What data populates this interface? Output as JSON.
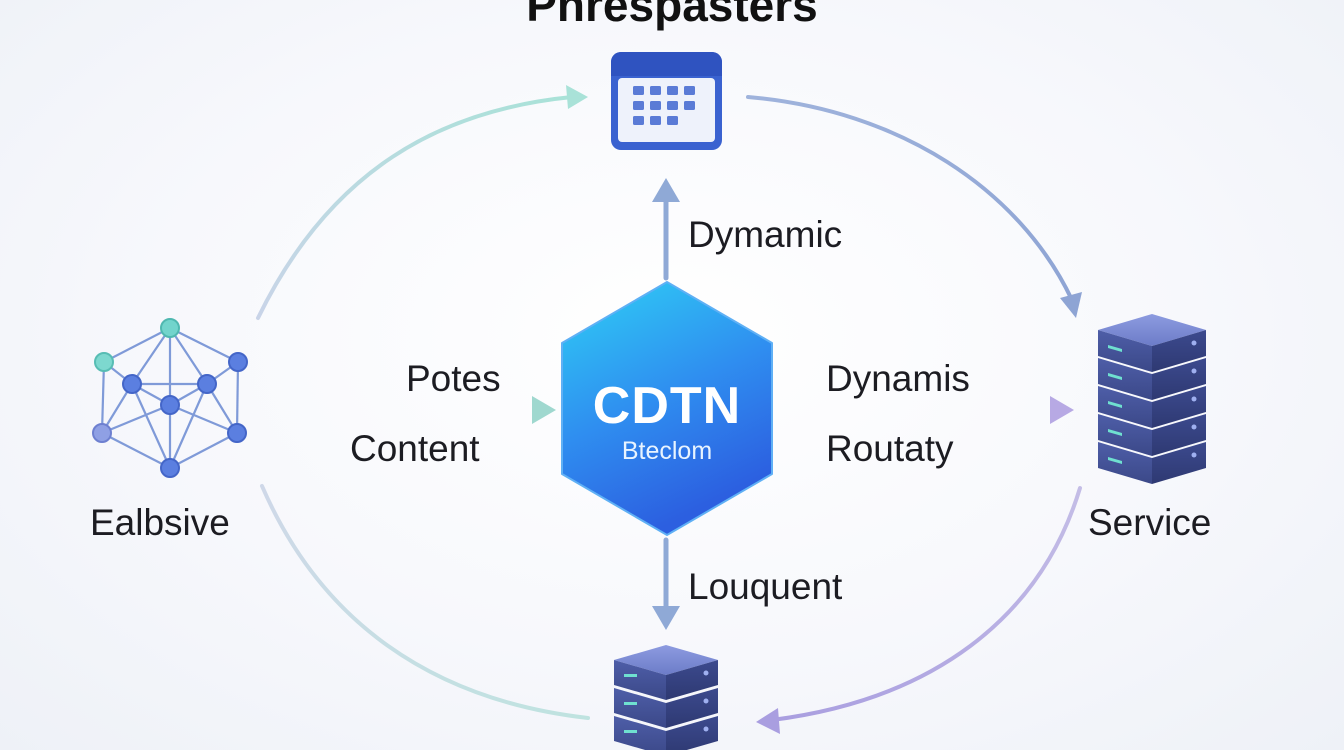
{
  "title": "Pnrespasters",
  "hub": {
    "title": "CDTN",
    "subtitle": "Bteclom"
  },
  "nodes": {
    "left": {
      "label": "Ealbsive",
      "icon": "network-graph-icon"
    },
    "right": {
      "label": "Service",
      "icon": "server-stack-icon"
    },
    "top": {
      "icon": "calendar-grid-icon"
    },
    "bottom": {
      "icon": "server-stack-icon"
    }
  },
  "edges": {
    "hub_to_top": "Dymamic",
    "left_to_hub_line1": "Potes",
    "left_to_hub_line2": "Content",
    "hub_to_right_line1": "Dynamis",
    "hub_to_right_line2": "Routaty",
    "hub_to_bottom": "Louquent"
  },
  "colors": {
    "hub_gradient_start": "#27c6f2",
    "hub_gradient_end": "#2f6fe8",
    "arrow_teal": "#a8ddd6",
    "arrow_blue": "#8fa9d6",
    "arrow_purple": "#b3a6e0",
    "server_body": "#4a5a9a",
    "network_node_teal": "#6fd6cc",
    "network_node_blue": "#5b7fe0"
  }
}
